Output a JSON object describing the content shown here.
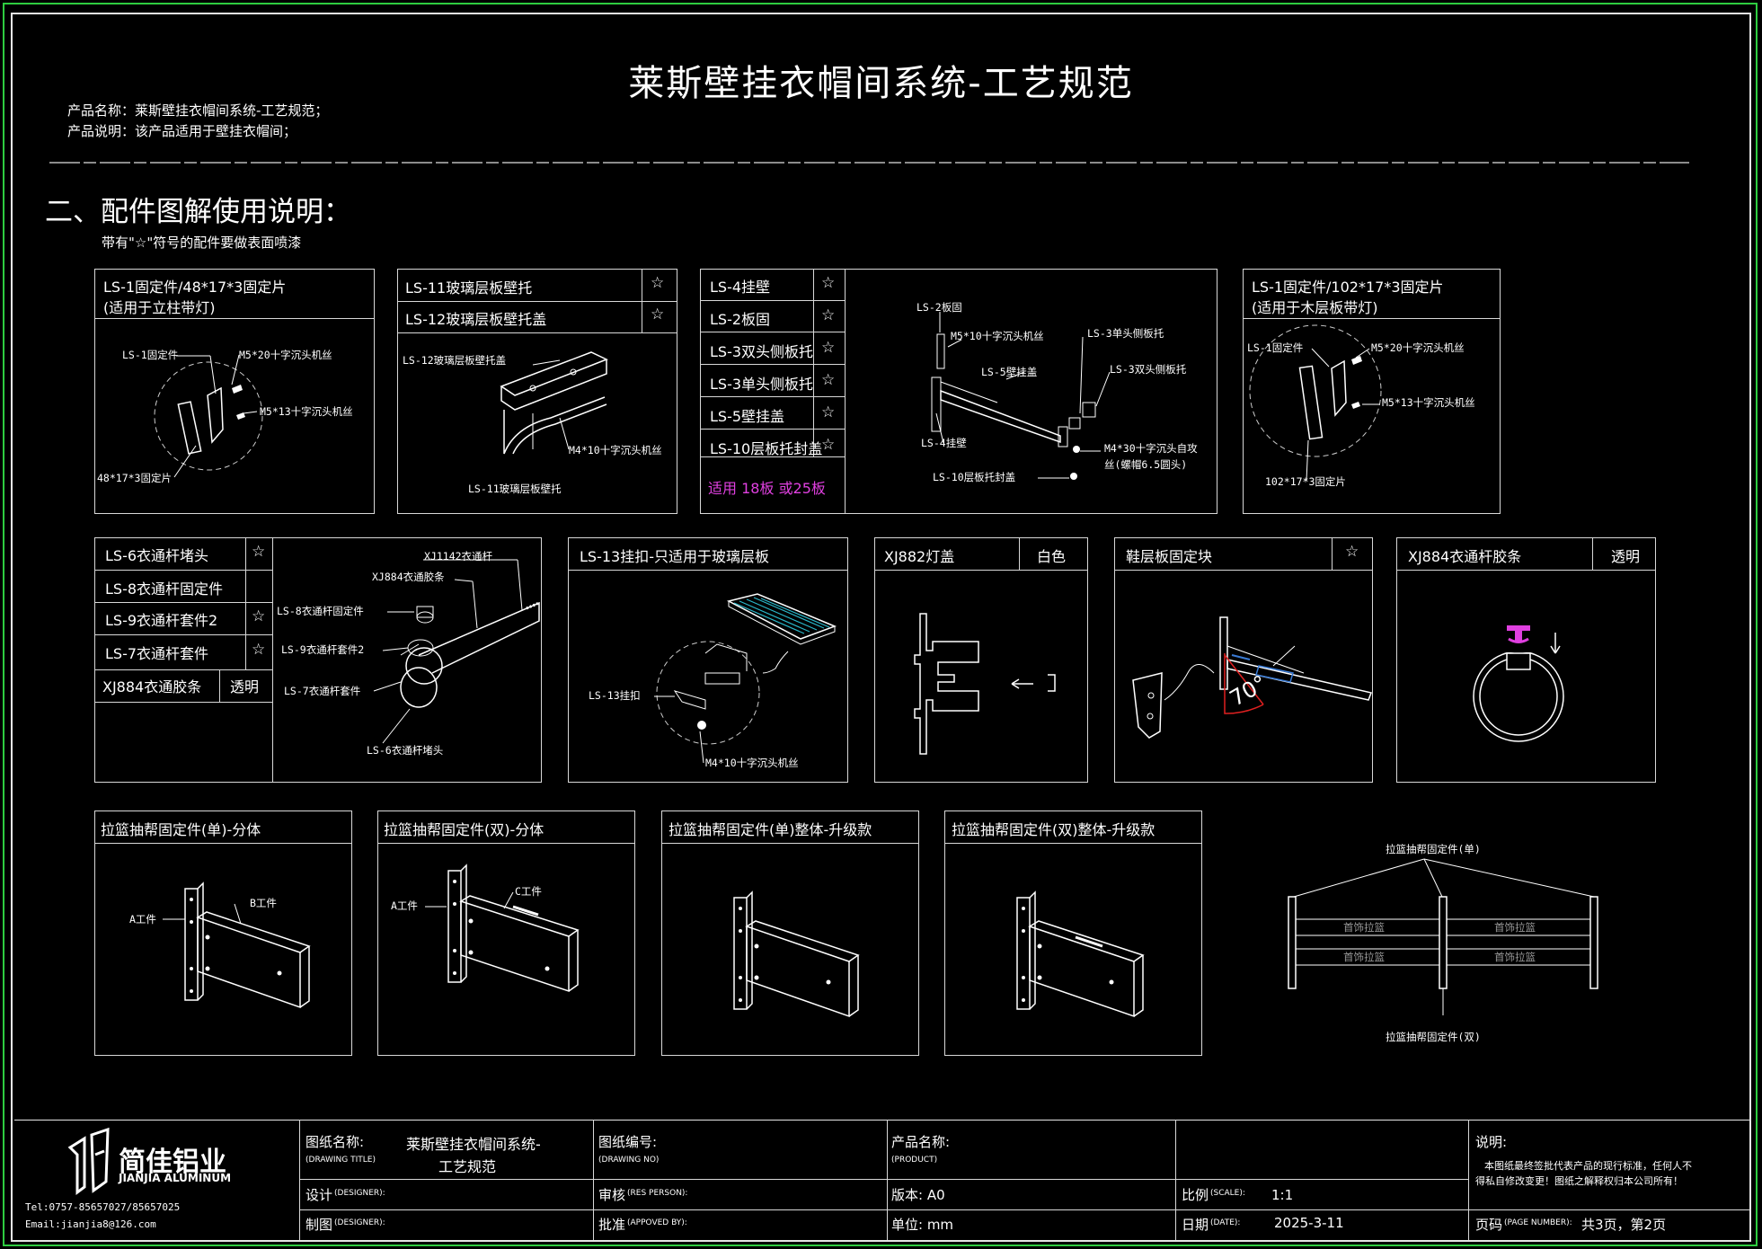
{
  "title": "莱斯壁挂衣帽间系统-工艺规范",
  "product_name_line": "产品名称：莱斯壁挂衣帽间系统-工艺规范；",
  "product_desc_line": "产品说明：该产品适用于壁挂衣帽间；",
  "section_title": "二、配件图解使用说明：",
  "section_note": "带有\"☆\"符号的配件要做表面喷漆",
  "star": "☆",
  "panels": {
    "p1": {
      "line1": "LS-1固定件/48*17*3固定片",
      "line2": "(适用于立柱带灯)",
      "l1": "LS-1固定件",
      "l2": "M5*20十字沉头机丝",
      "l3": "M5*13十字沉头机丝",
      "l4": "48*17*3固定片"
    },
    "p2": {
      "row1": "LS-11玻璃层板壁托",
      "row2": "LS-12玻璃层板壁托盖",
      "l1": "LS-12玻璃层板壁托盖",
      "l2": "M4*10十字沉头机丝",
      "l3": "LS-11玻璃层板壁托"
    },
    "p3": {
      "rows": [
        "LS-4挂壁",
        "LS-2板固",
        "LS-3双头侧板托",
        "LS-3单头侧板托",
        "LS-5壁挂盖",
        "LS-10层板托封盖"
      ],
      "note": "适用 18板 或25板",
      "l1": "LS-2板固",
      "l2": "M5*10十字沉头机丝",
      "l3": "LS-3单头侧板托",
      "l4": "LS-5壁挂盖",
      "l5": "LS-3双头侧板托",
      "l6": "LS-4挂壁",
      "l7": "M4*30十字沉头自攻",
      "l8": "丝(螺帽6.5圆头)",
      "l9": "LS-10层板托封盖"
    },
    "p4": {
      "line1": "LS-1固定件/102*17*3固定片",
      "line2": "(适用于木层板带灯)",
      "l1": "LS-1固定件",
      "l2": "M5*20十字沉头机丝",
      "l3": "M5*13十字沉头机丝",
      "l4": "102*17*3固定片"
    },
    "p5": {
      "rows": [
        "LS-6衣通杆堵头",
        "LS-8衣通杆固定件",
        "LS-9衣通杆套件2",
        "LS-7衣通杆套件",
        "XJ884衣通胶条"
      ],
      "tag": "透明",
      "l1": "XJ1142衣通杆",
      "l2": "XJ884衣通胶条",
      "l3": "LS-8衣通杆固定件",
      "l4": "LS-9衣通杆套件2",
      "l5": "LS-7衣通杆套件",
      "l6": "LS-6衣通杆堵头"
    },
    "p6": {
      "header": "LS-13挂扣-只适用于玻璃层板",
      "l1": "LS-13挂扣",
      "l2": "M4*10十字沉头机丝"
    },
    "p7": {
      "header": "XJ882灯盖",
      "tag": "白色"
    },
    "p8": {
      "header": "鞋层板固定块",
      "angle": "70°"
    },
    "p9": {
      "header": "XJ884衣通杆胶条",
      "tag": "透明"
    },
    "p10": {
      "header": "拉篮抽帮固定件(单)-分体",
      "l1": "A工件",
      "l2": "B工件"
    },
    "p11": {
      "header": "拉篮抽帮固定件(双)-分体",
      "l1": "A工件",
      "l2": "C工件"
    },
    "p12": {
      "header": "拉篮抽帮固定件(单)整体-升级款"
    },
    "p13": {
      "header": "拉篮抽帮固定件(双)整体-升级款"
    },
    "p14": {
      "top": "拉篮抽帮固定件(单)",
      "bottom": "拉篮抽帮固定件(双)",
      "basket": "首饰拉篮"
    }
  },
  "title_block": {
    "company_cn": "简佳铝业",
    "company_en": "JIANJIA ALUMINUM",
    "tel": "Tel:0757-85657027/85657025",
    "email": "Email:jianjia8@126.com",
    "drawing_name_label": "图纸名称:",
    "drawing_name_en": "(DRAWING TITLE)",
    "drawing_name_value1": "莱斯壁挂衣帽间系统-",
    "drawing_name_value2": "工艺规范",
    "drawing_no_label": "图纸编号:",
    "drawing_no_en": "(DRAWING NO)",
    "product_label": "产品名称:",
    "product_en": "(PRODUCT)",
    "designer_label": "设计",
    "designer_en": "(DESIGNER):",
    "drafter_label": "制图",
    "drafter_en": "(DESIGNER):",
    "review_label": "审核",
    "review_en": "(RES PERSON):",
    "approve_label": "批准",
    "approve_en": "(APPOVED BY):",
    "version": "版本: A0",
    "unit": "单位: mm",
    "scale_label": "比例",
    "scale_en": "(SCALE):",
    "scale_value": "1:1",
    "date_label": "日期",
    "date_en": "(DATE):",
    "date_value": "2025-3-11",
    "note_label": "说明:",
    "note_text1": "本图纸最终签批代表产品的现行标准，任何人不",
    "note_text2": "得私自修改变更！图纸之解释权归本公司所有！",
    "page_label": "页码",
    "page_en": "(PAGE NUMBER):",
    "page_value": "共3页，第2页"
  }
}
